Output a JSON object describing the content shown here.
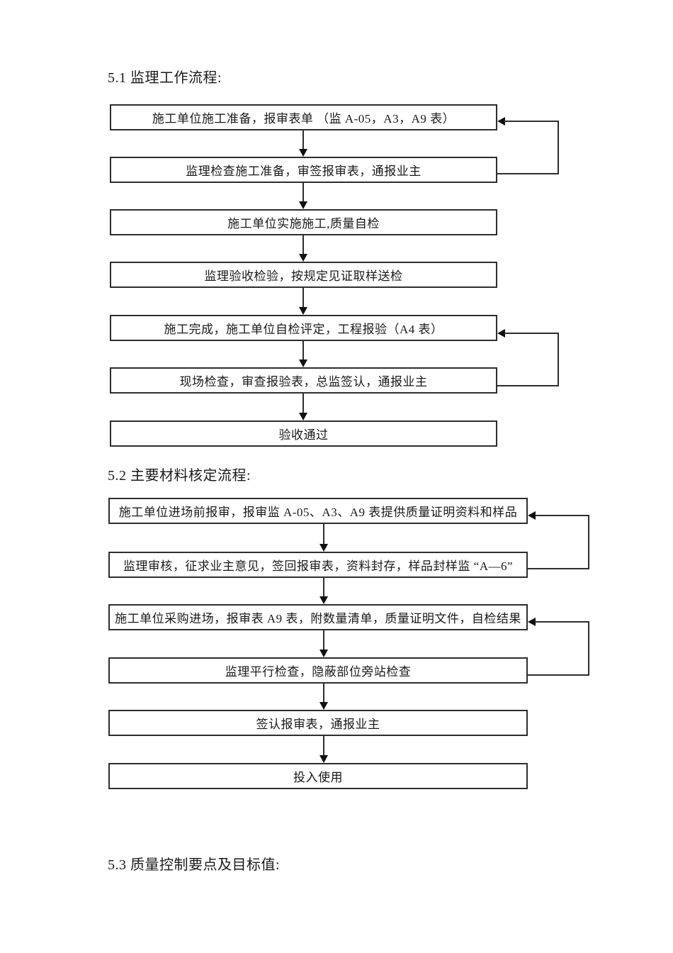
{
  "page": {
    "background": "#ffffff",
    "text_color": "#1a1a1a",
    "line_color": "#2e2e2e"
  },
  "sections": [
    {
      "heading": "5.1 监理工作流程:",
      "boxes": [
        "施工单位施工准备，报审表单 （监 A-05，A3，A9 表）",
        "监理检查施工准备，审签报审表，通报业主",
        "施工单位实施施工,质量自检",
        "监理验收检验，按规定见证取样送检",
        "施工完成，施工单位自检评定，工程报验（A4 表）",
        "现场检查，审查报验表，总监签认，通报业主",
        "验收通过"
      ]
    },
    {
      "heading": "5.2 主要材料核定流程:",
      "boxes": [
        "施工单位进场前报审，报审监 A-05、A3、A9 表提供质量证明资料和样品",
        "监理审核，征求业主意见，签回报审表，资料封存，样品封样监 “A—6”",
        "施工单位采购进场，报审表 A9 表，附数量清单，质量证明文件，自检结果",
        "监理平行检查，隐蔽部位旁站检查",
        "签认报审表，通报业主",
        "投入使用"
      ]
    },
    {
      "heading": "5.3 质量控制要点及目标值:"
    }
  ]
}
